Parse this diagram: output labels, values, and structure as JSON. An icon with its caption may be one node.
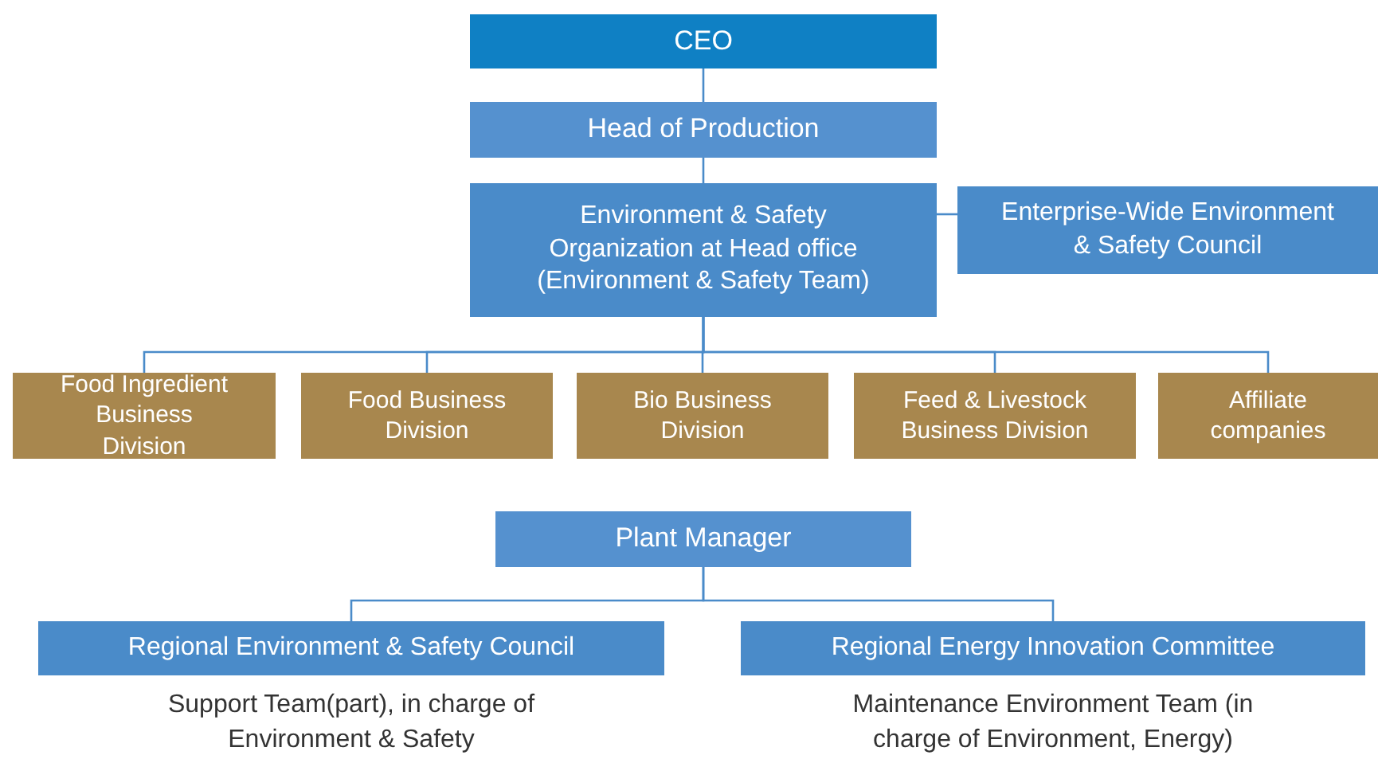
{
  "diagram": {
    "nodes": [
      {
        "text": [
          "CEO"
        ]
      },
      {
        "text": [
          "Head of Production"
        ]
      },
      {
        "text": [
          "Environment & Safety Organization at Head office (Environment & Safety Team)"
        ]
      },
      {
        "text": [
          "Enterprise-Wide Environment & Safety Council"
        ]
      },
      {
        "text": [
          "Food Ingredient Business Division"
        ]
      },
      {
        "text": [
          "Food Business Division"
        ]
      },
      {
        "text": [
          "Bio Business Division"
        ]
      },
      {
        "text": [
          "Feed & Livestock Business Division"
        ]
      },
      {
        "text": [
          "Affiliate companies"
        ]
      },
      {
        "text": [
          "Plant Manager"
        ]
      },
      {
        "text": [
          "Regional Environment & Safety Council"
        ],
        "beside": [
          "Support Team(part), in charge of Environment & Safety"
        ]
      },
      {
        "text": [
          "Regional Energy Innovation Committee"
        ],
        "beside": [
          "Maintenance Environment Team (in charge of Environment, Energy)"
        ]
      }
    ],
    "edges": [
      {
        "from": 0,
        "to": 1,
        "arrow": "none"
      },
      {
        "from": 1,
        "to": 2,
        "arrow": "none"
      },
      {
        "from": 2,
        "to": 3,
        "arrow": "none"
      },
      {
        "from": 2,
        "to": 4,
        "arrow": "none"
      },
      {
        "from": 2,
        "to": 5,
        "arrow": "none"
      },
      {
        "from": 2,
        "to": 6,
        "arrow": "none"
      },
      {
        "from": 2,
        "to": 7,
        "arrow": "none"
      },
      {
        "from": 2,
        "to": 8,
        "arrow": "none"
      },
      {
        "from": 9,
        "to": 10,
        "arrow": "none"
      },
      {
        "from": 9,
        "to": 11,
        "arrow": "none"
      }
    ]
  }
}
